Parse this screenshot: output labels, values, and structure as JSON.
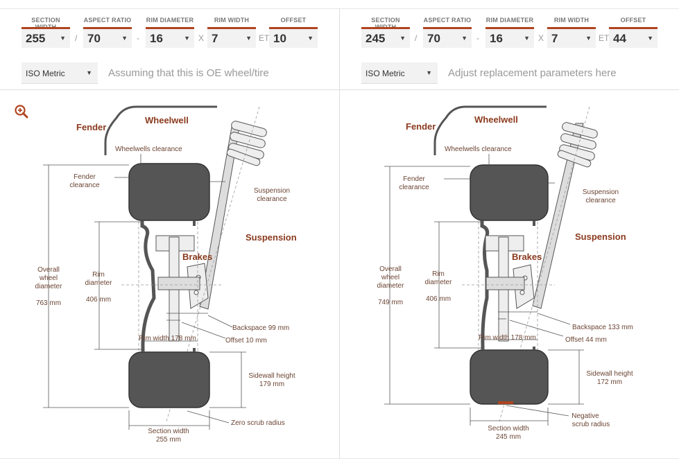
{
  "labels": {
    "section_width": "SECTION WIDTH",
    "aspect_ratio": "ASPECT RATIO",
    "rim_diameter": "RIM DIAMETER",
    "rim_width": "RIM WIDTH",
    "offset": "OFFSET",
    "sep_slash": "/",
    "sep_dash": "-",
    "sep_x": "X",
    "sep_et": "ET"
  },
  "left": {
    "section_width": "255",
    "aspect_ratio": "70",
    "rim_diameter": "16",
    "rim_width": "7",
    "offset": "10",
    "unit": "ISO Metric",
    "hint": "Assuming that this is OE wheel/tire",
    "diagram": {
      "fender": "Fender",
      "wheelwell": "Wheelwell",
      "wheelwells_clearance": "Wheelwells clearance",
      "fender_clearance_1": "Fender",
      "fender_clearance_2": "clearance",
      "suspension_clearance_1": "Suspension",
      "suspension_clearance_2": "clearance",
      "suspension": "Suspension",
      "brakes": "Brakes",
      "overall_1": "Overall",
      "overall_2": "wheel",
      "overall_3": "diameter",
      "overall_value": "763 mm",
      "rim_dia_1": "Rim",
      "rim_dia_2": "diameter",
      "rim_dia_value": "406 mm",
      "backspace": "Backspace 99 mm",
      "offset": "Offset 10 mm",
      "rim_width": "Rim width 178 mm",
      "sidewall_1": "Sidewall height",
      "sidewall_2": "179 mm",
      "scrub_1": "Zero scrub radius",
      "section_1": "Section width",
      "section_2": "255 mm"
    }
  },
  "right": {
    "section_width": "245",
    "aspect_ratio": "70",
    "rim_diameter": "16",
    "rim_width": "7",
    "offset": "44",
    "unit": "ISO Metric",
    "hint": "Adjust replacement parameters here",
    "diagram": {
      "fender": "Fender",
      "wheelwell": "Wheelwell",
      "wheelwells_clearance": "Wheelwells clearance",
      "fender_clearance_1": "Fender",
      "fender_clearance_2": "clearance",
      "suspension_clearance_1": "Suspension",
      "suspension_clearance_2": "clearance",
      "suspension": "Suspension",
      "brakes": "Brakes",
      "overall_1": "Overall",
      "overall_2": "wheel",
      "overall_3": "diameter",
      "overall_value": "749 mm",
      "rim_dia_1": "Rim",
      "rim_dia_2": "diameter",
      "rim_dia_value": "406 mm",
      "backspace": "Backspace 133 mm",
      "offset": "Offset 44 mm",
      "rim_width": "Rim width 178 mm",
      "sidewall_1": "Sidewall height",
      "sidewall_2": "172 mm",
      "scrub_1": "Negative",
      "scrub_2": "scrub radius",
      "section_1": "Section width",
      "section_2": "245 mm"
    }
  },
  "colors": {
    "accent": "#b0441f",
    "tire": "#555555",
    "label": "#6b4433",
    "heading": "#8b3a1e"
  },
  "icons": {
    "zoom": "zoom-in-icon",
    "dropdown": "caret-down-icon"
  }
}
